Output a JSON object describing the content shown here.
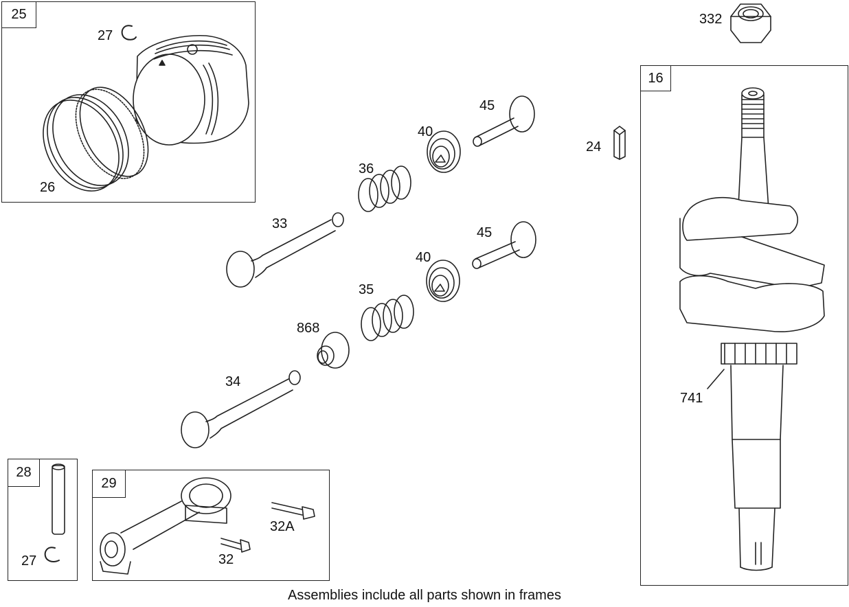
{
  "frames": {
    "piston": "25",
    "pin": "28",
    "connecting_rod": "29",
    "crankshaft": "16"
  },
  "callouts": {
    "retainer_top": "27",
    "ring_set": "26",
    "nut": "332",
    "key": "24",
    "rotator_upper": "45",
    "retainer_upper": "40",
    "spring_upper": "36",
    "exhaust_valve": "33",
    "rotator_lower": "45",
    "retainer_lower": "40",
    "spring_lower": "35",
    "seal": "868",
    "intake_valve": "34",
    "gear": "741",
    "retainer_pin": "27",
    "bolt_32a": "32A",
    "bolt_32": "32"
  },
  "footer": {
    "caption": "Assemblies include all parts shown in frames"
  }
}
